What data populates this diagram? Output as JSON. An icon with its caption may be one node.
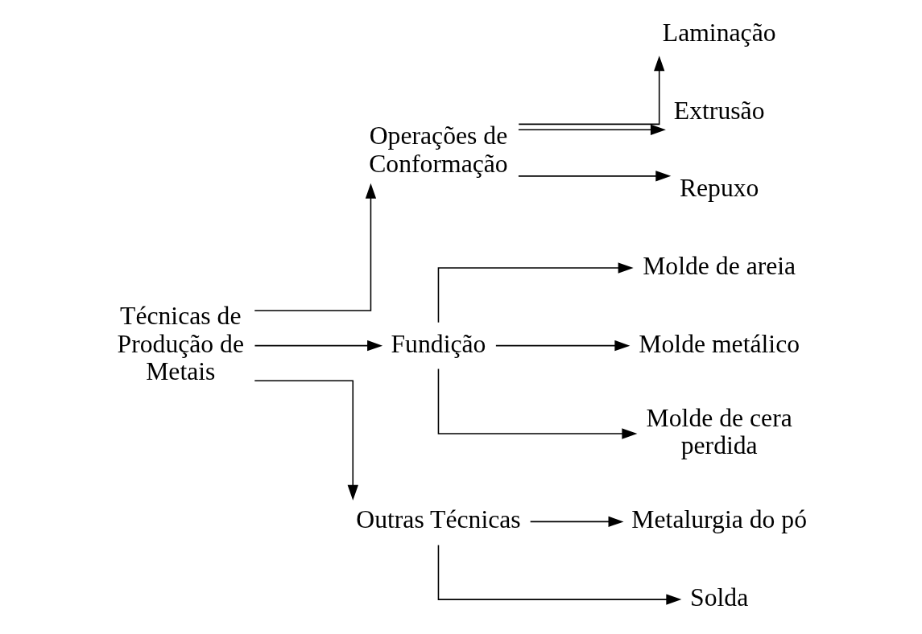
{
  "diagram": {
    "nodes": [
      {
        "text": [
          "Técnicas de Produção de Metais"
        ]
      },
      {
        "text": [
          "Operações de Conformação"
        ]
      },
      {
        "text": [
          "Laminação"
        ]
      },
      {
        "text": [
          "Extrusão"
        ]
      },
      {
        "text": [
          "Repuxo"
        ]
      },
      {
        "text": [
          "Fundição"
        ]
      },
      {
        "text": [
          "Molde de areia"
        ]
      },
      {
        "text": [
          "Molde metálico"
        ]
      },
      {
        "text": [
          "Molde de cera perdida"
        ]
      },
      {
        "text": [
          "Outras Técnicas"
        ]
      },
      {
        "text": [
          "Metalurgia do pó"
        ]
      },
      {
        "text": [
          "Solda"
        ]
      }
    ],
    "edges": [
      {
        "from": 0,
        "to": 1,
        "arrow": "to"
      },
      {
        "from": 0,
        "to": 5,
        "arrow": "to"
      },
      {
        "from": 0,
        "to": 9,
        "arrow": "to"
      },
      {
        "from": 1,
        "to": 2,
        "arrow": "to"
      },
      {
        "from": 1,
        "to": 3,
        "arrow": "to"
      },
      {
        "from": 1,
        "to": 4,
        "arrow": "to"
      },
      {
        "from": 5,
        "to": 6,
        "arrow": "to"
      },
      {
        "from": 5,
        "to": 7,
        "arrow": "to"
      },
      {
        "from": 5,
        "to": 8,
        "arrow": "to"
      },
      {
        "from": 9,
        "to": 10,
        "arrow": "to"
      },
      {
        "from": 9,
        "to": 11,
        "arrow": "to"
      }
    ]
  }
}
